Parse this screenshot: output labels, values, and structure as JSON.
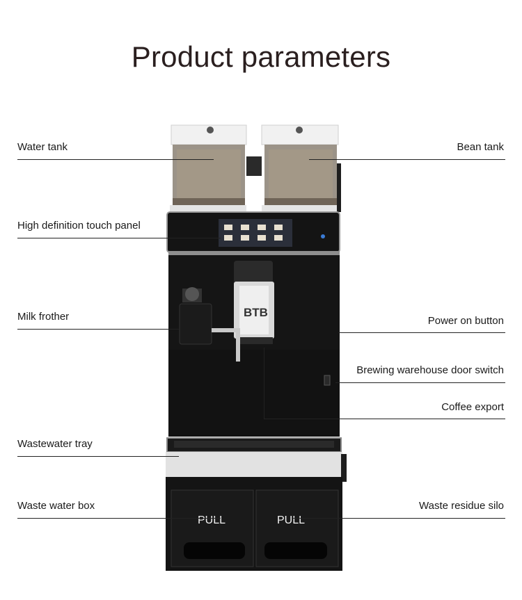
{
  "title": "Product parameters",
  "labels": {
    "water_tank": "Water tank",
    "bean_tank": "Bean tank",
    "touch_panel": "High definition touch panel",
    "milk_frother": "Milk frother",
    "power_button": "Power on button",
    "door_switch": "Brewing warehouse door switch",
    "coffee_export": "Coffee export",
    "wastewater_tray": "Wastewater tray",
    "waste_water_box": "Waste water box",
    "waste_residue_silo": "Waste residue silo"
  },
  "machine": {
    "drawer_left": "PULL",
    "drawer_right": "PULL",
    "brand_mark": "BTB"
  }
}
